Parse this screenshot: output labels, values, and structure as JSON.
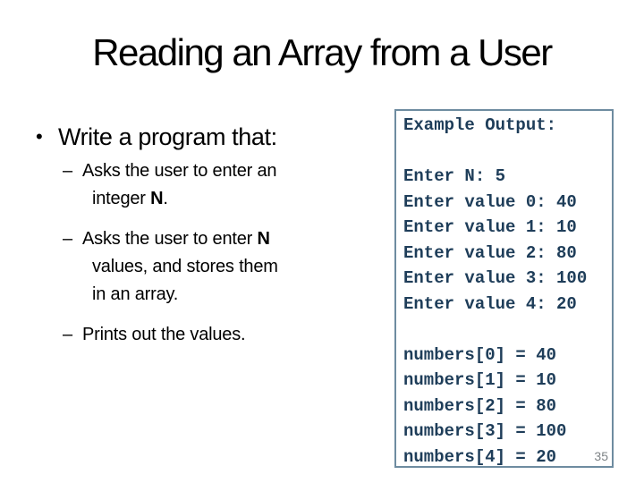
{
  "slide": {
    "title": "Reading an Array from a User",
    "bullet": {
      "marker": "•",
      "text": "Write a program that:"
    },
    "sub_bullets": [
      {
        "marker": "–",
        "lines": [
          [
            {
              "t": "Asks the user to enter an"
            }
          ],
          [
            {
              "t": "integer "
            },
            {
              "t": "N",
              "b": true
            },
            {
              "t": "."
            }
          ]
        ]
      },
      {
        "marker": "–",
        "lines": [
          [
            {
              "t": "Asks the user to enter "
            },
            {
              "t": "N",
              "b": true
            }
          ],
          [
            {
              "t": "values, and stores them"
            }
          ],
          [
            {
              "t": "in an array."
            }
          ]
        ]
      },
      {
        "marker": "–",
        "lines": [
          [
            {
              "t": "Prints out the values."
            }
          ]
        ]
      }
    ],
    "output_box": {
      "lines": [
        "Example Output:",
        "",
        "Enter N: 5",
        "Enter value 0: 40",
        "Enter value 1: 10",
        "Enter value 2: 80",
        "Enter value 3: 100",
        "Enter value 4: 20",
        "",
        "numbers[0] = 40",
        "numbers[1] = 10",
        "numbers[2] = 80",
        "numbers[3] = 100",
        "numbers[4] = 20"
      ]
    },
    "page_number": "35",
    "colors": {
      "background": "#FFFFFF",
      "title_text": "#000000",
      "body_text": "#000000",
      "box_border": "#6E8CA0",
      "box_text": "#1E3D59",
      "page_number_text": "#7F8487"
    }
  }
}
